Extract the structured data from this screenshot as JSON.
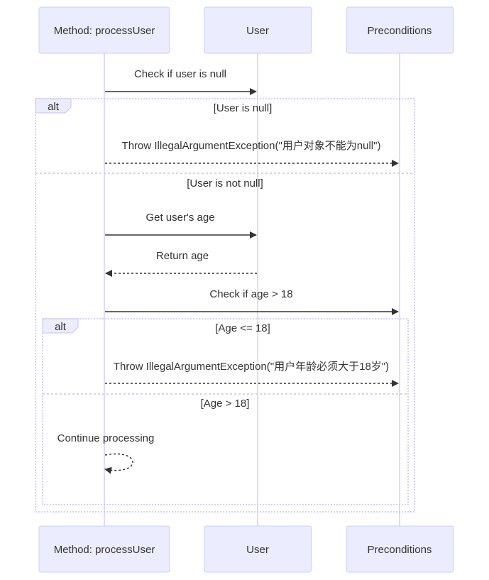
{
  "participants": [
    {
      "id": "method",
      "label": "Method: processUser"
    },
    {
      "id": "user",
      "label": "User"
    },
    {
      "id": "pre",
      "label": "Preconditions"
    }
  ],
  "messages": [
    {
      "id": "m1",
      "from": "method",
      "to": "user",
      "text": "Check if user is null",
      "style": "solid"
    },
    {
      "id": "m2",
      "from": "method",
      "to": "pre",
      "text": "Throw IllegalArgumentException(\"用户对象不能为null\")",
      "style": "dotted"
    },
    {
      "id": "m3",
      "from": "method",
      "to": "user",
      "text": "Get user's age",
      "style": "solid"
    },
    {
      "id": "m4",
      "from": "user",
      "to": "method",
      "text": "Return age",
      "style": "dotted"
    },
    {
      "id": "m5",
      "from": "method",
      "to": "pre",
      "text": "Check if age > 18",
      "style": "solid"
    },
    {
      "id": "m6",
      "from": "method",
      "to": "pre",
      "text": "Throw IllegalArgumentException(\"用户年龄必须大于18岁\")",
      "style": "dotted"
    },
    {
      "id": "m7",
      "from": "method",
      "to": "method",
      "text": "Continue processing",
      "style": "dotted"
    }
  ],
  "frames": [
    {
      "id": "outer",
      "label": "alt",
      "conditions": [
        "[User is null]",
        "[User is not null]"
      ]
    },
    {
      "id": "inner",
      "label": "alt",
      "conditions": [
        "[Age <= 18]",
        "[Age > 18]"
      ]
    }
  ],
  "colors": {
    "actor_fill": "#ECECFF",
    "actor_stroke": "#CCCCFF",
    "lifeline": "#D4D0F5",
    "frame_stroke": "#C9C4F0",
    "text": "#333333",
    "line": "#333333"
  }
}
